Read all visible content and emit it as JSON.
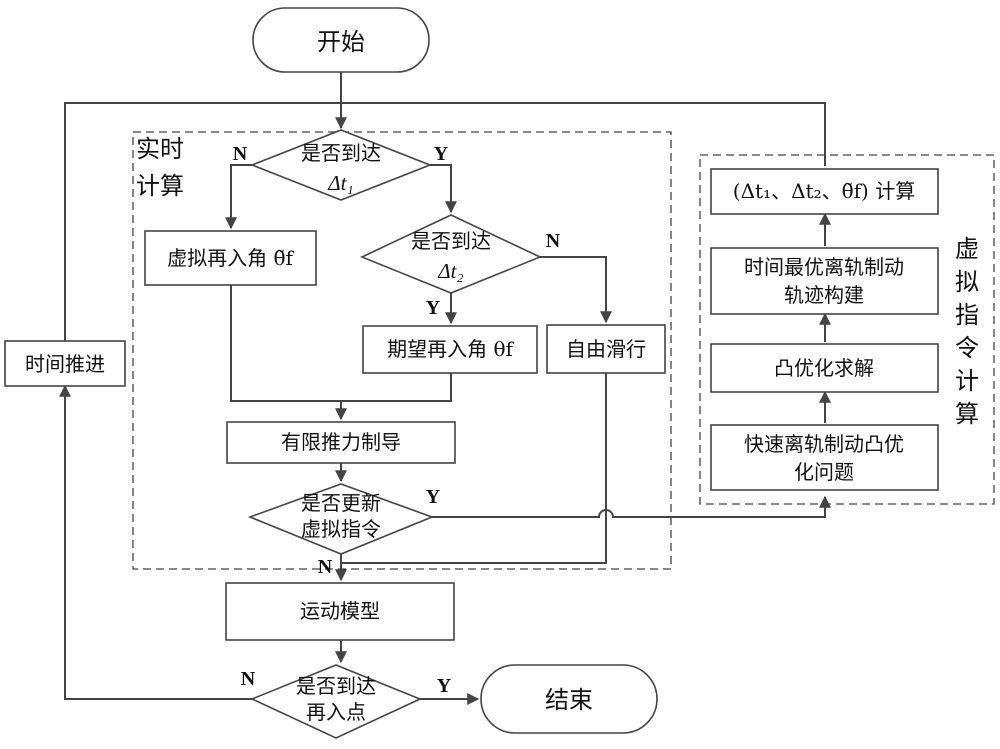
{
  "nodes": {
    "start": "开始",
    "end": "结束",
    "reach_dt1": {
      "line1": "是否到达",
      "line2": "Δt₁"
    },
    "reach_dt2": {
      "line1": "是否到达",
      "line2": "Δt₂"
    },
    "virtual_angle": "虚拟再入角 θ̃f",
    "desired_angle": "期望再入角 θf",
    "free_glide": "自由滑行",
    "finite_thrust": "有限推力制导",
    "update_cmd": {
      "line1": "是否更新",
      "line2": "虚拟指令"
    },
    "motion_model": "运动模型",
    "reach_point": {
      "line1": "是否到达",
      "line2": "再入点"
    },
    "time_advance": "时间推进",
    "calc_params": "(Δt₁、Δt₂、θ̃f) 计算",
    "traj_build": {
      "line1": "时间最优离轨制动",
      "line2": "轨迹构建"
    },
    "convex_solve": "凸优化求解",
    "convex_problem": {
      "line1": "快速离轨制动凸优",
      "line2": "化问题"
    }
  },
  "groups": {
    "realtime": {
      "line1": "实时",
      "line2": "计算"
    },
    "virtual": [
      "虚",
      "拟",
      "指",
      "令",
      "计",
      "算"
    ]
  },
  "edge_labels": {
    "dt1_no": "N",
    "dt1_yes": "Y",
    "dt2_no": "N",
    "dt2_yes": "Y",
    "update_yes": "Y",
    "update_no": "N",
    "point_no": "N",
    "point_yes": "Y"
  }
}
